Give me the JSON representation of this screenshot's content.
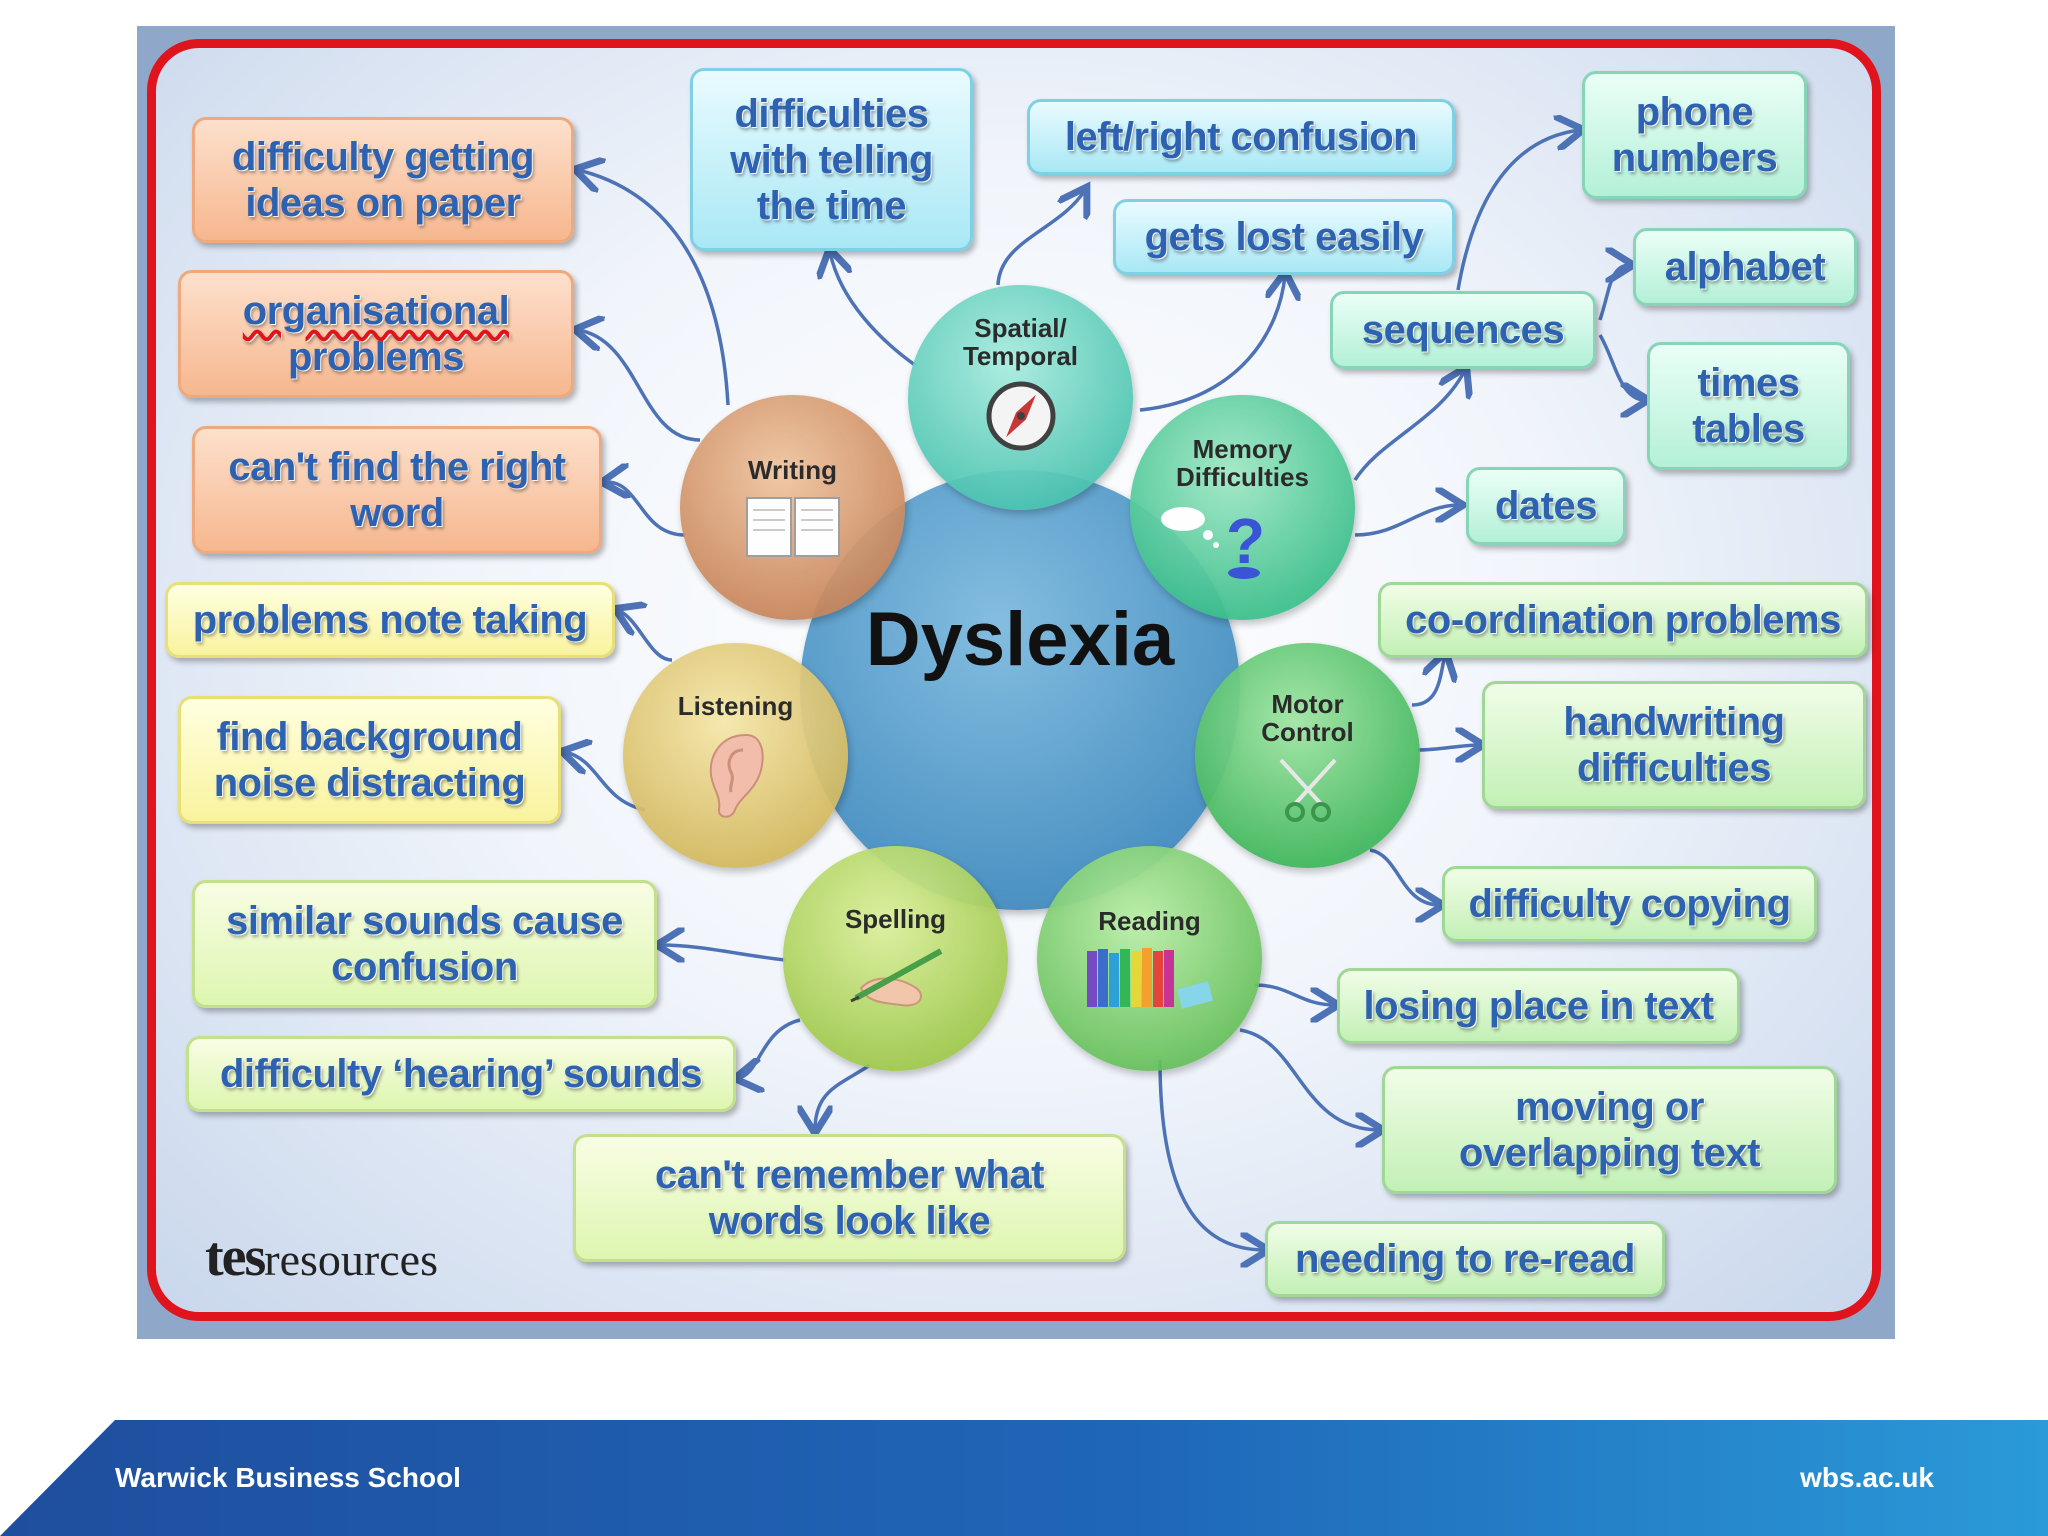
{
  "diagram": {
    "center": "Dyslexia",
    "categories": {
      "writing": "Writing",
      "listening": "Listening",
      "spelling": "Spelling",
      "reading": "Reading",
      "motor": [
        "Motor",
        "Control"
      ],
      "memory": [
        "Memory",
        "Difficulties"
      ],
      "spatial": [
        "Spatial/",
        "Temporal"
      ]
    },
    "writing": {
      "ideas": [
        "difficulty getting",
        "ideas on paper"
      ],
      "organisational": [
        "organisational",
        "problems"
      ],
      "word": [
        "can't find the right",
        "word"
      ]
    },
    "listening": {
      "note_taking": "problems note taking",
      "noise": [
        "find background",
        "noise distracting"
      ]
    },
    "spelling": {
      "similar": [
        "similar sounds cause",
        "confusion"
      ],
      "hearing": "difficulty ‘hearing’ sounds",
      "remember": [
        "can't remember what",
        "words look like"
      ]
    },
    "reading": {
      "losing_place": "losing place in text",
      "moving": [
        "moving or",
        "overlapping text"
      ],
      "reread": "needing to re-read"
    },
    "motor": {
      "coordination": "co-ordination problems",
      "handwriting": [
        "handwriting",
        "difficulties"
      ],
      "copying": "difficulty copying"
    },
    "memory": {
      "sequences": "sequences",
      "phone": [
        "phone",
        "numbers"
      ],
      "alphabet": "alphabet",
      "times": [
        "times",
        "tables"
      ],
      "dates": "dates"
    },
    "spatial": {
      "time": [
        "difficulties",
        "with telling",
        "the time"
      ],
      "leftright": "left/right confusion",
      "lost": "gets lost easily"
    }
  },
  "logo": {
    "tes": "tes",
    "resources": "resources"
  },
  "footer": {
    "left": "Warwick Business School",
    "right": "wbs.ac.uk"
  },
  "colors": {
    "border": "#e0141d",
    "text_blue": "#2d62b2",
    "arrow": "#4d72b5",
    "footer_dark": "#1f4e9e",
    "footer_light": "#2a9ad8"
  },
  "icons": {
    "writing": "open-book-icon",
    "listening": "ear-icon",
    "spelling": "hand-writing-icon",
    "reading": "books-icon",
    "motor": "scissors-icon",
    "memory": "thinking-question-icon",
    "spatial": "compass-icon"
  }
}
